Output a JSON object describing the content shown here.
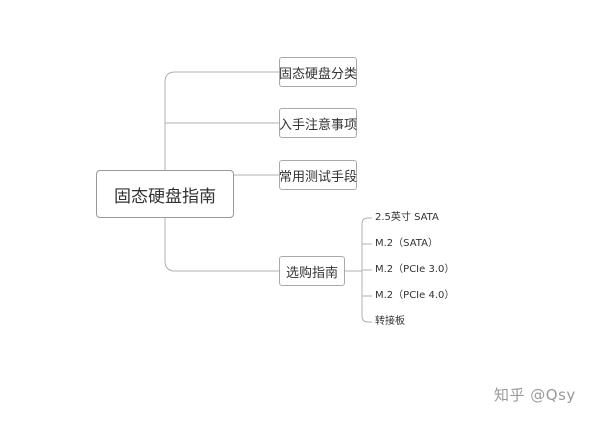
{
  "root": {
    "label": "固态硬盘指南"
  },
  "branches": [
    {
      "label": "固态硬盘分类"
    },
    {
      "label": "入手注意事项"
    },
    {
      "label": "常用测试手段"
    },
    {
      "label": "选购指南"
    }
  ],
  "buying_guide_items": [
    {
      "label": "2.5英寸 SATA"
    },
    {
      "label": "M.2（SATA）"
    },
    {
      "label": "M.2（PCIe 3.0）"
    },
    {
      "label": "M.2（PCIe 4.0）"
    },
    {
      "label": "转接板"
    }
  ],
  "watermark": {
    "text": "知乎 @Qsy"
  },
  "colors": {
    "line": "#b0b0b0",
    "border": "#a9a9a9",
    "watermark": "#9a9a9a"
  }
}
